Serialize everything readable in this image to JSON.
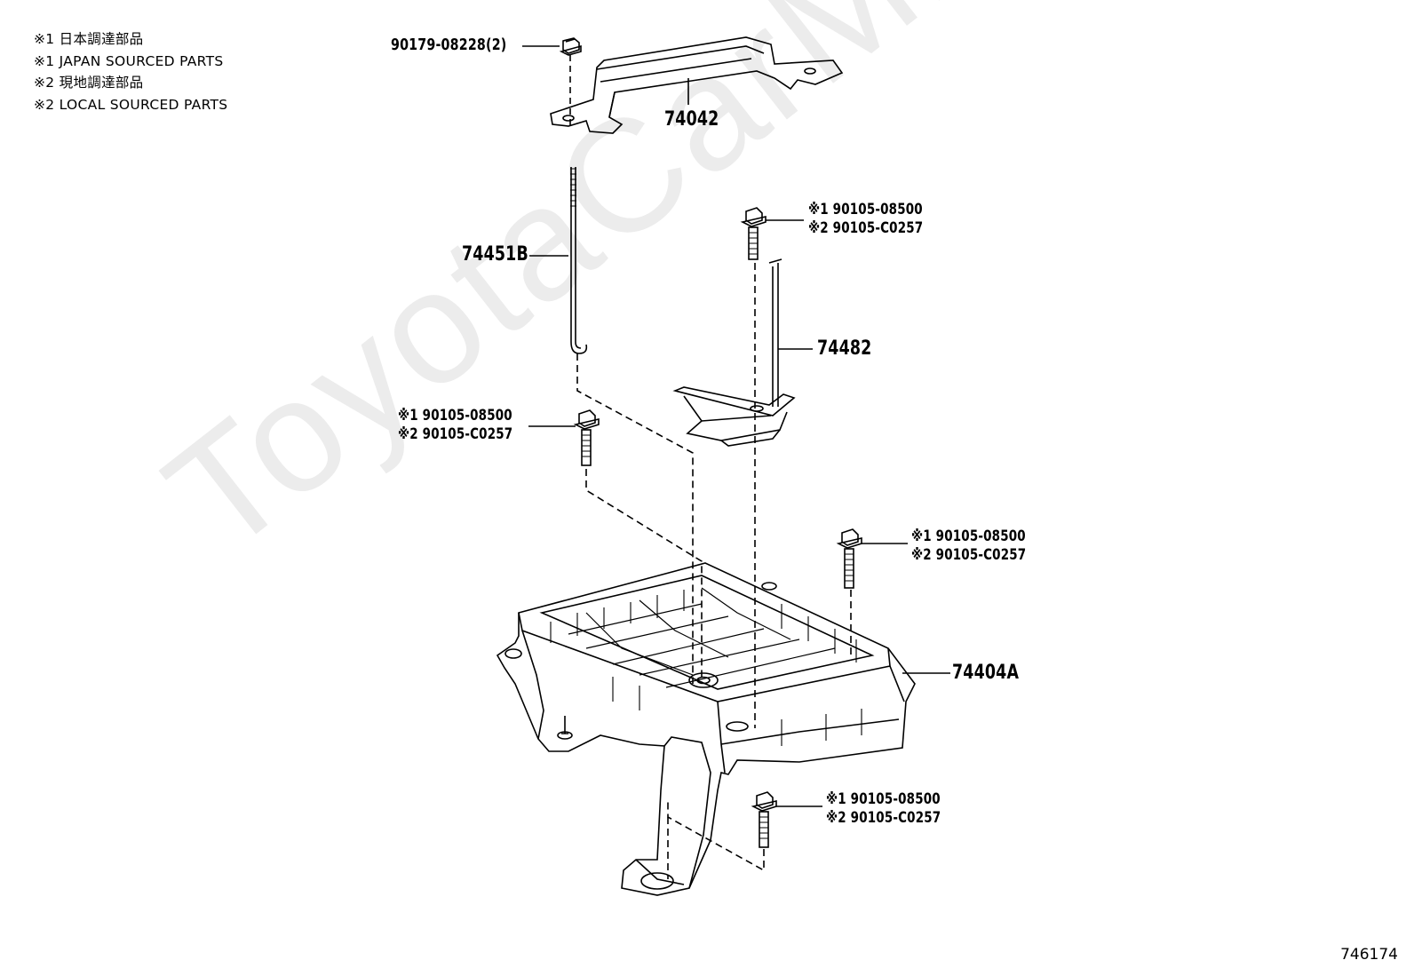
{
  "legend": [
    "※1 日本調達部品",
    "※1 JAPAN SOURCED PARTS",
    "※2 現地調達部品",
    "※2 LOCAL SOURCED PARTS"
  ],
  "parts": {
    "nut_top": "90179-08228(2)",
    "clamp": "74042",
    "rod": "74451B",
    "hold_down": "74482",
    "tray": "74404A",
    "bolt_a": {
      "line1": "※1 90105-08500",
      "line2": "※2 90105-C0257"
    },
    "bolt_b": {
      "line1": "※1 90105-08500",
      "line2": "※2 90105-C0257"
    },
    "bolt_c": {
      "line1": "※1 90105-08500",
      "line2": "※2 90105-C0257"
    },
    "bolt_d": {
      "line1": "※1 90105-08500",
      "line2": "※2 90105-C0257"
    }
  },
  "watermark": "ToyotaCarMine.ru",
  "ref_number": "746174"
}
